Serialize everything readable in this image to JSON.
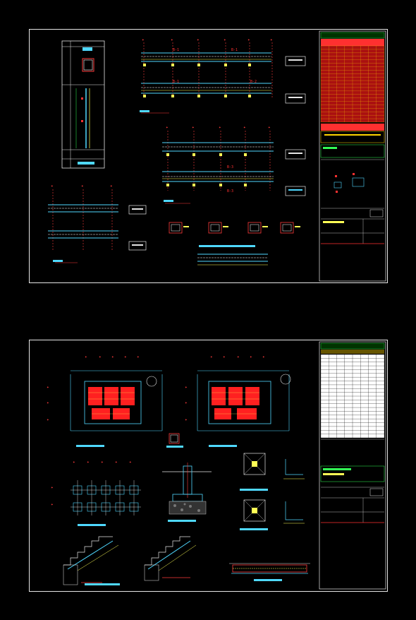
{
  "sheets": [
    {
      "id": "sheet-1",
      "title_block_header": "PLANILLA DE ACEROS",
      "rows": 22
    },
    {
      "id": "sheet-2",
      "title_block_header": "PLANILLA DE ACEROS",
      "rows": 22
    }
  ],
  "colors": {
    "background": "#000000",
    "frame": "#e6e6e6",
    "beam": "#4fd8ff",
    "axis": "#ff3b3b",
    "dimension": "#ffff55",
    "rebar": "#ff3030",
    "table_header": "#ffd400",
    "green": "#33ff55",
    "magenta": "#ff44ff"
  }
}
